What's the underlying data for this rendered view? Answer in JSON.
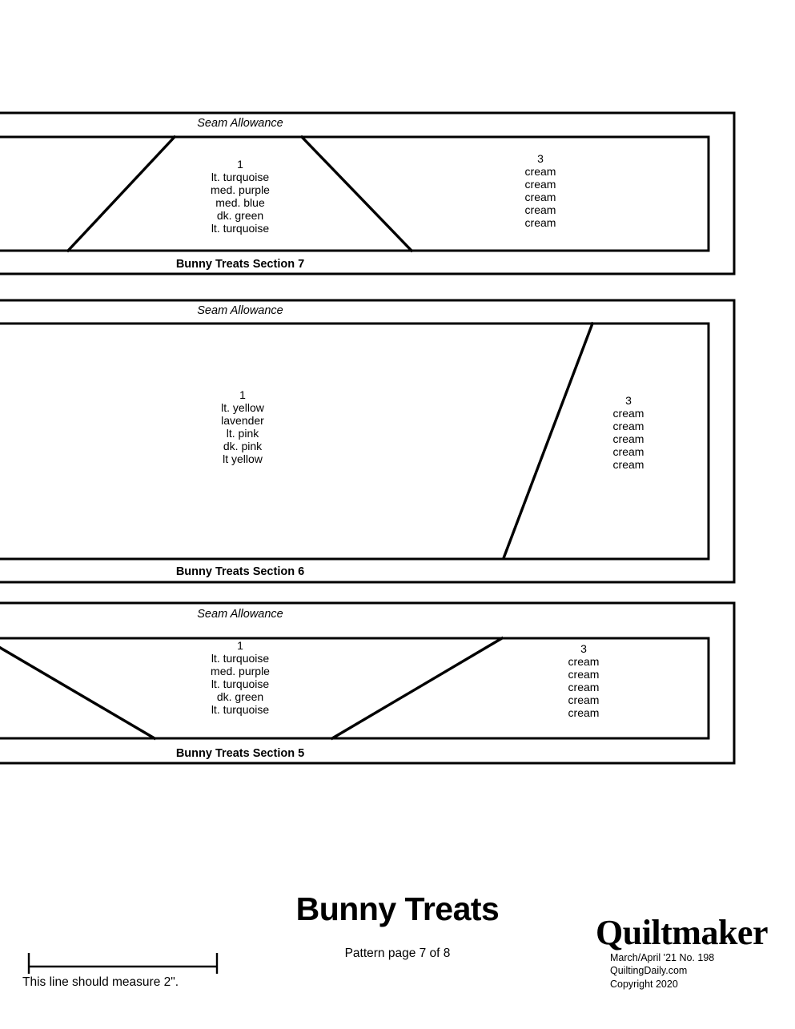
{
  "document": {
    "title": "Bunny Treats",
    "subtitle": "Pattern page 7 of 8"
  },
  "ruler": {
    "caption": "This line should measure 2\"."
  },
  "brand": {
    "logo": "Quiltmaker",
    "issue": "March/April '21 No. 198",
    "website": "QuiltingDaily.com",
    "copyright": "Copyright 2020"
  },
  "panels": [
    {
      "id": "section-7",
      "seam_allowance_label": "Seam Allowance",
      "caption": "Bunny Treats Section 7",
      "pieces": [
        {
          "number": "1",
          "fabrics": [
            "lt. turquoise",
            "med. purple",
            "med. blue",
            "dk. green",
            "lt. turquoise"
          ]
        },
        {
          "number": "3",
          "fabrics": [
            "cream",
            "cream",
            "cream",
            "cream",
            "cream"
          ]
        }
      ]
    },
    {
      "id": "section-6",
      "seam_allowance_label": "Seam Allowance",
      "caption": "Bunny Treats Section 6",
      "pieces": [
        {
          "number": "1",
          "fabrics": [
            "lt. yellow",
            "lavender",
            "lt. pink",
            "dk. pink",
            "lt yellow"
          ]
        },
        {
          "number": "3",
          "fabrics": [
            "cream",
            "cream",
            "cream",
            "cream",
            "cream"
          ]
        }
      ]
    },
    {
      "id": "section-5",
      "seam_allowance_label": "Seam Allowance",
      "caption": "Bunny Treats Section 5",
      "pieces": [
        {
          "number": "1",
          "fabrics": [
            "lt. turquoise",
            "med. purple",
            "lt. turquoise",
            "dk. green",
            "lt. turquoise"
          ]
        },
        {
          "number": "3",
          "fabrics": [
            "cream",
            "cream",
            "cream",
            "cream",
            "cream"
          ]
        }
      ]
    }
  ]
}
